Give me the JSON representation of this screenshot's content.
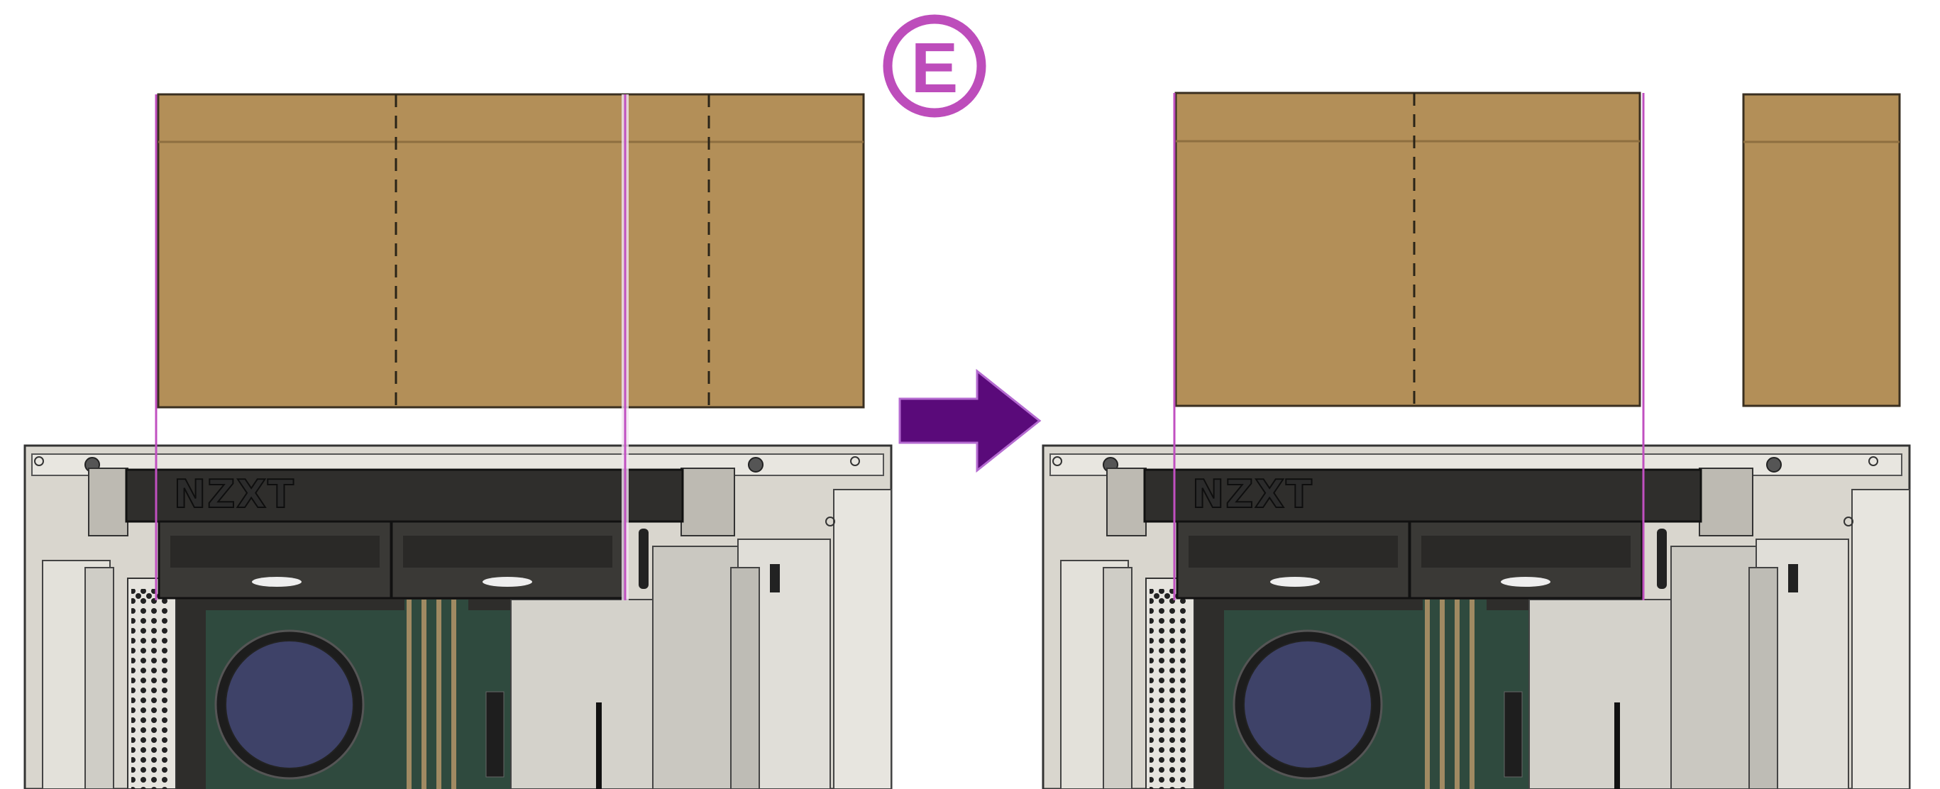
{
  "step_badge": {
    "letter": "E",
    "color": "#bd4dbb"
  },
  "case_logo": "NZXT",
  "arrow": {
    "direction": "right",
    "color": "#5a0a7a"
  },
  "colors": {
    "cardboard": "#b38f58",
    "cardboard_edge": "#3a2f20",
    "cut_line": "#c050c0",
    "case_frame": "#d9d6ce",
    "radiator": "#2f2e2c",
    "motherboard": "#2f4a3e",
    "cpu_cap": "#3e4268"
  }
}
